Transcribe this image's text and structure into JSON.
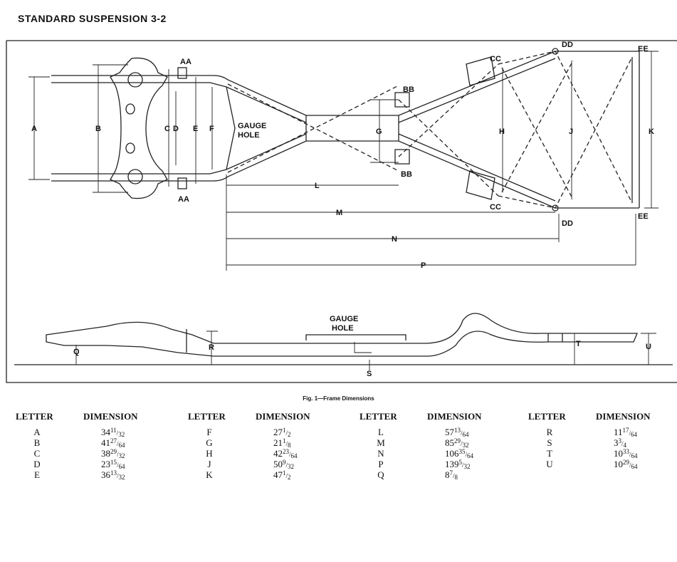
{
  "title": "STANDARD SUSPENSION 3-2",
  "diagram": {
    "top_labels": {
      "A": "A",
      "B": "B",
      "C": "C",
      "D": "D",
      "E": "E",
      "F": "F",
      "G": "G",
      "H": "H",
      "J": "J",
      "K": "K",
      "L": "L",
      "M": "M",
      "N": "N",
      "P": "P",
      "AA": "AA",
      "BB": "BB",
      "CC": "CC",
      "DD": "DD",
      "EE": "EE",
      "gauge1": "GAUGE",
      "gauge2": "HOLE"
    },
    "side_labels": {
      "Q": "Q",
      "R": "R",
      "S": "S",
      "T": "T",
      "U": "U",
      "gauge1": "GAUGE",
      "gauge2": "HOLE"
    }
  },
  "caption": "Fig. 1—Frame Dimensions",
  "table": {
    "letter_header": "LETTER",
    "dimension_header": "DIMENSION",
    "groups": [
      [
        {
          "letter": "A",
          "whole": "34",
          "num": "11",
          "den": "32"
        },
        {
          "letter": "B",
          "whole": "41",
          "num": "27",
          "den": "64"
        },
        {
          "letter": "C",
          "whole": "38",
          "num": "29",
          "den": "32"
        },
        {
          "letter": "D",
          "whole": "23",
          "num": "15",
          "den": "64"
        },
        {
          "letter": "E",
          "whole": "36",
          "num": "13",
          "den": "32"
        }
      ],
      [
        {
          "letter": "F",
          "whole": "27",
          "num": "1",
          "den": "2"
        },
        {
          "letter": "G",
          "whole": "21",
          "num": "1",
          "den": "8"
        },
        {
          "letter": "H",
          "whole": "42",
          "num": "23",
          "den": "64"
        },
        {
          "letter": "J",
          "whole": "50",
          "num": "9",
          "den": "32"
        },
        {
          "letter": "K",
          "whole": "47",
          "num": "1",
          "den": "2"
        }
      ],
      [
        {
          "letter": "L",
          "whole": "57",
          "num": "13",
          "den": "64"
        },
        {
          "letter": "M",
          "whole": "85",
          "num": "29",
          "den": "32"
        },
        {
          "letter": "N",
          "whole": "106",
          "num": "35",
          "den": "64"
        },
        {
          "letter": "P",
          "whole": "139",
          "num": "5",
          "den": "32"
        },
        {
          "letter": "Q",
          "whole": "8",
          "num": "7",
          "den": "8"
        }
      ],
      [
        {
          "letter": "R",
          "whole": "11",
          "num": "17",
          "den": "64"
        },
        {
          "letter": "S",
          "whole": "3",
          "num": "3",
          "den": "4"
        },
        {
          "letter": "T",
          "whole": "10",
          "num": "33",
          "den": "64"
        },
        {
          "letter": "U",
          "whole": "10",
          "num": "29",
          "den": "64"
        }
      ]
    ]
  }
}
